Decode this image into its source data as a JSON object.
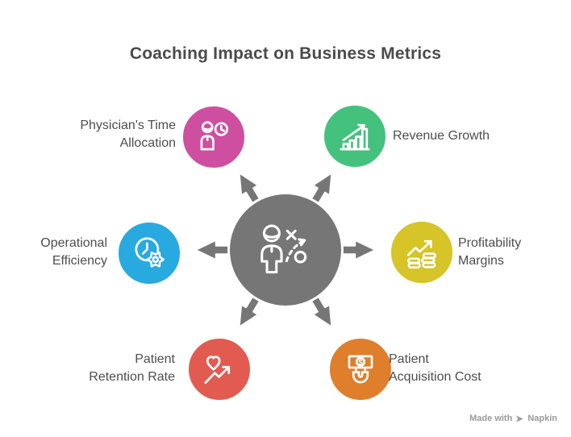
{
  "title": "Coaching Impact on Business Metrics",
  "center": {
    "icon": "coach-strategy-icon"
  },
  "nodes": [
    {
      "id": "physicians-time-allocation",
      "label": "Physician's Time\nAllocation",
      "color": "#ce4fa0",
      "icon": "physician-time-icon",
      "position": "top-left"
    },
    {
      "id": "revenue-growth",
      "label": "Revenue Growth",
      "color": "#45c17e",
      "icon": "revenue-growth-icon",
      "position": "top-right"
    },
    {
      "id": "operational-efficiency",
      "label": "Operational\nEfficiency",
      "color": "#28a9e0",
      "icon": "operational-efficiency-icon",
      "position": "left"
    },
    {
      "id": "profitability-margins",
      "label": "Profitability\nMargins",
      "color": "#d6c428",
      "icon": "profitability-margins-icon",
      "position": "right"
    },
    {
      "id": "patient-retention-rate",
      "label": "Patient\nRetention Rate",
      "color": "#e15b51",
      "icon": "patient-retention-icon",
      "position": "bottom-left"
    },
    {
      "id": "patient-acquisition-cost",
      "label": "Patient\nAcquisition Cost",
      "color": "#df7e2b",
      "icon": "patient-acquisition-icon",
      "currency_symbol": "$",
      "position": "bottom-right"
    }
  ],
  "watermark": {
    "prefix": "Made with",
    "brand": "Napkin"
  },
  "colors": {
    "hub": "#767676",
    "title_text": "#4b4b4b",
    "label_text": "#4d4d4d",
    "watermark_text": "#9a9a9a",
    "background": "#ffffff"
  }
}
